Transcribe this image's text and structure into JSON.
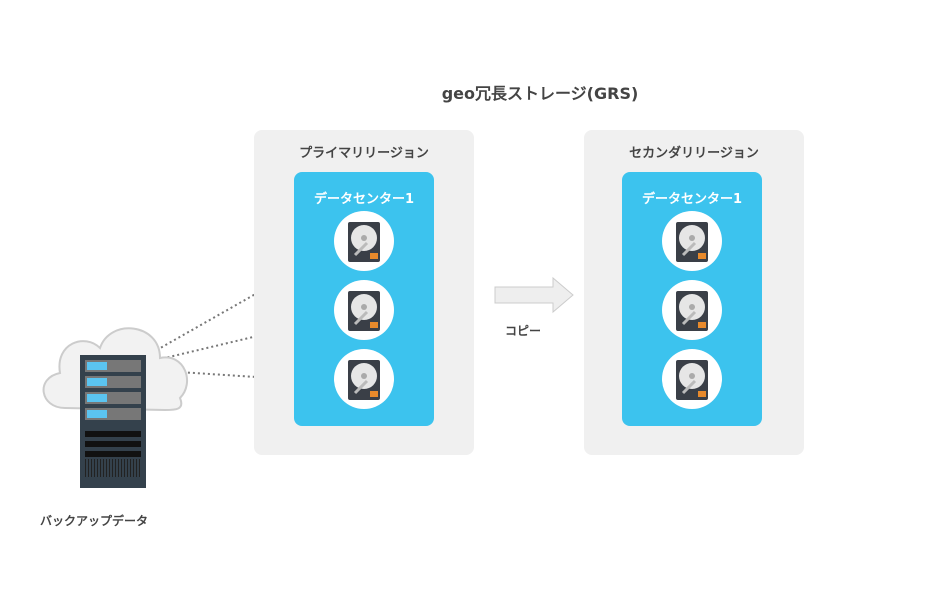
{
  "title": "geo冗長ストレージ(GRS)",
  "primary": {
    "label": "プライマリリージョン",
    "datacenter": "データセンター1",
    "disks": 3
  },
  "secondary": {
    "label": "セカンダリリージョン",
    "datacenter": "データセンター1",
    "disks": 3
  },
  "copy_label": "コピー",
  "backup_label": "バックアップデータ",
  "colors": {
    "datacenter": "#3cc3ee",
    "panel": "#f0f0f0"
  }
}
